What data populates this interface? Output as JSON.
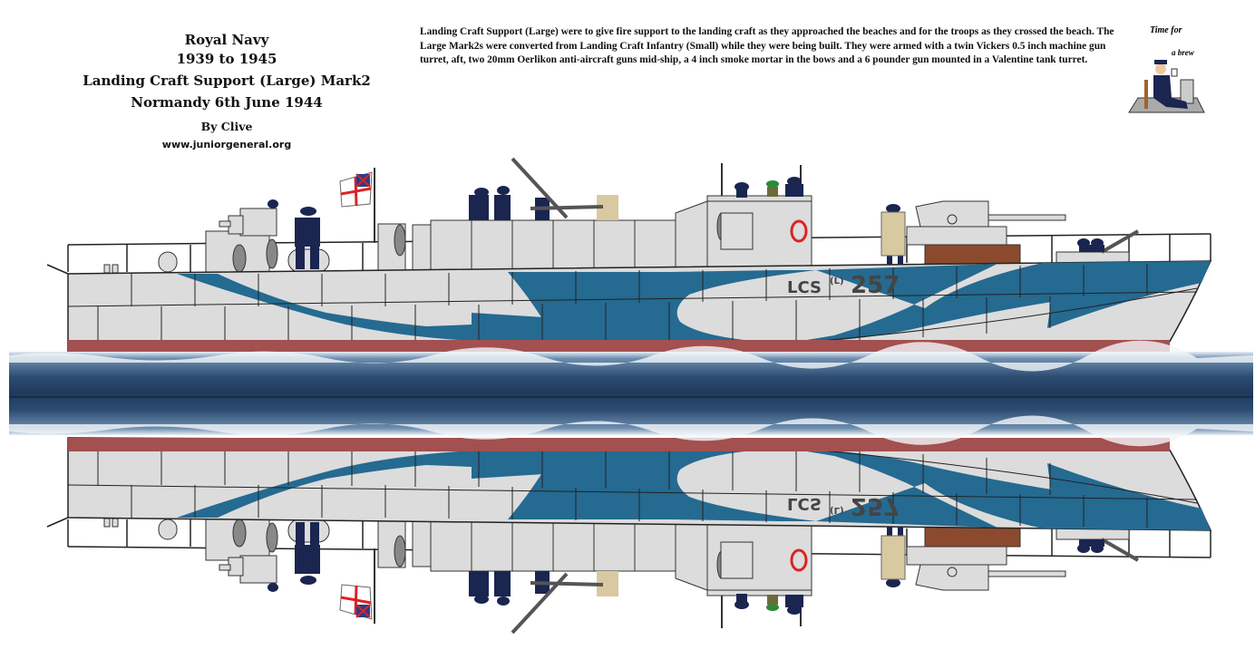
{
  "title": {
    "line1": "Royal Navy",
    "line2": "1939 to 1945",
    "line3": "Landing Craft Support (Large) Mark2",
    "line4": "Normandy 6th June 1944",
    "author": "By Clive",
    "website": "www.juniorgeneral.org"
  },
  "description": "Landing Craft Support (Large) were to give fire support to the landing craft as they approached the beaches and for the troops as they crossed the beach. The Large Mark2s were converted from Landing Craft Infantry (Small) while they were being built. They were armed with a twin Vickers 0.5 inch machine gun turret, aft, two 20mm Oerlikon anti-aircraft guns mid-ship, a 4 inch smoke mortar in the bows and a 6 pounder gun mounted in a Valentine tank turret.",
  "brew_icon": {
    "line1": "Time for",
    "line2": "a brew"
  },
  "ship": {
    "hull_prefix": "LCS",
    "hull_class": "(L)",
    "hull_number": "257"
  },
  "colors": {
    "hull_gray": "#dcdcdc",
    "camo_blue": "#256a91",
    "boot_topping": "#a35050",
    "sailor_navy": "#1a2550",
    "water_dark": "#1e3c5e",
    "khaki": "#d9c9a0"
  }
}
